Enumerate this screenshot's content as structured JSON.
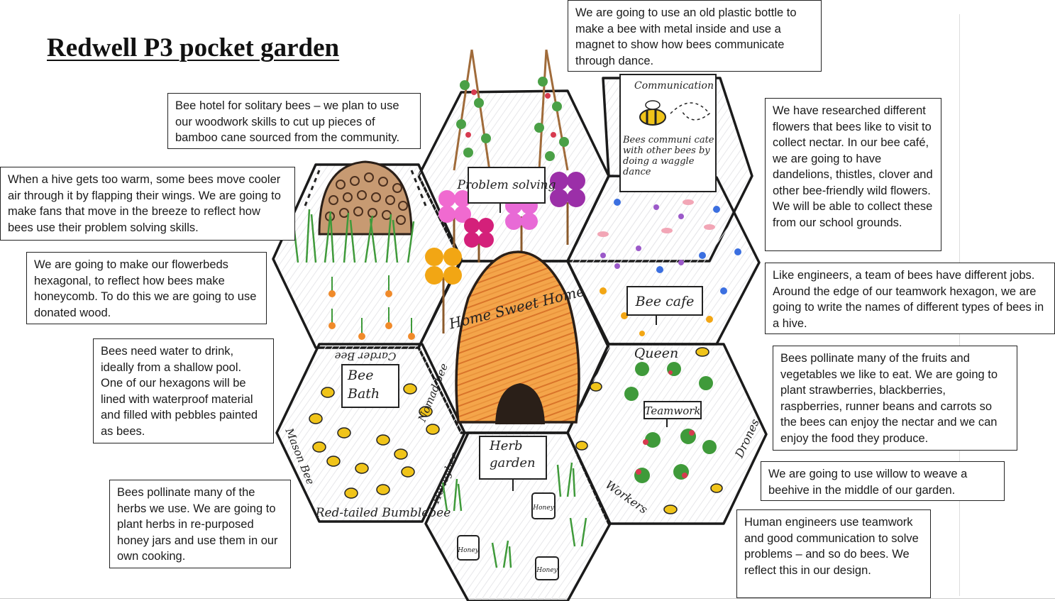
{
  "title": "Redwell P3 pocket garden",
  "colors": {
    "honey_orange": "#e8913a",
    "hive_dark": "#2a1f18",
    "grass_green": "#3f9a3a",
    "flower_pink": "#e44ca0",
    "flower_purple": "#9b2fa8",
    "flower_yellow": "#f2a614",
    "bee_yellow": "#f0c419"
  },
  "hexagons": {
    "top": {
      "sign": "Problem solving"
    },
    "top_right": {
      "poster_title": "Communication",
      "poster_text": "Bees communi cate with other bees by doing a waggle dance"
    },
    "right": {
      "sign": "Bee cafe"
    },
    "center": {
      "label": "Home Sweet Home"
    },
    "left_lower": {
      "sign": "Bee Bath",
      "border_words": [
        "Mason Bee",
        "Red-tailed Bumblebee",
        "Honeybee",
        "Nomad bee",
        "Carder Bee"
      ]
    },
    "bottom_center": {
      "sign": "Herb garden",
      "jar_label": "Honey"
    },
    "bottom_right": {
      "sign": "Teamwork",
      "border_words": [
        "Queen",
        "Drones",
        "Workers"
      ]
    }
  },
  "notes": [
    {
      "id": "bottle",
      "text": "We are going to use an old plastic bottle to make a bee with metal inside and use a magnet to show how bees communicate through dance."
    },
    {
      "id": "hotel",
      "text": "Bee hotel for solitary bees – we plan to use our woodwork skills to cut up pieces of bamboo cane sourced from the community."
    },
    {
      "id": "fans",
      "text": "When a hive gets too warm, some bees move cooler air through it by flapping their wings. We are going to make fans that move in the breeze to reflect how bees use their problem solving skills."
    },
    {
      "id": "flowerbeds",
      "text": "We are going to make our flowerbeds hexagonal, to reflect how bees make honeycomb. To do this we are going to use donated wood."
    },
    {
      "id": "water",
      "text": "Bees need water to drink, ideally from a shallow pool. One of our hexagons will be lined with waterproof material and filled with pebbles painted as bees."
    },
    {
      "id": "herbs",
      "text": "Bees pollinate many of the herbs we use. We are going to plant herbs in re-purposed honey jars and use them in our own cooking."
    },
    {
      "id": "cafe",
      "text": "We have researched different flowers that bees like to visit to collect nectar. In our bee café, we are going to have dandelions, thistles, clover and other bee-friendly wild flowers. We will be able to collect these from our school grounds."
    },
    {
      "id": "engineers",
      "text": "Like engineers, a team of bees have different jobs. Around the edge of our teamwork hexagon, we are going to write the names of different types of bees in a hive."
    },
    {
      "id": "fruits",
      "text": "Bees pollinate many of the fruits and vegetables we like to eat. We are going to plant strawberries, blackberries, raspberries, runner beans and carrots so the bees can enjoy the nectar and we can enjoy the food they produce."
    },
    {
      "id": "willow",
      "text": "We are going to use willow to weave a beehive in the middle of our garden."
    },
    {
      "id": "human",
      "text": "Human engineers use teamwork and good communication to solve problems – and so do bees. We reflect this in our design."
    }
  ]
}
